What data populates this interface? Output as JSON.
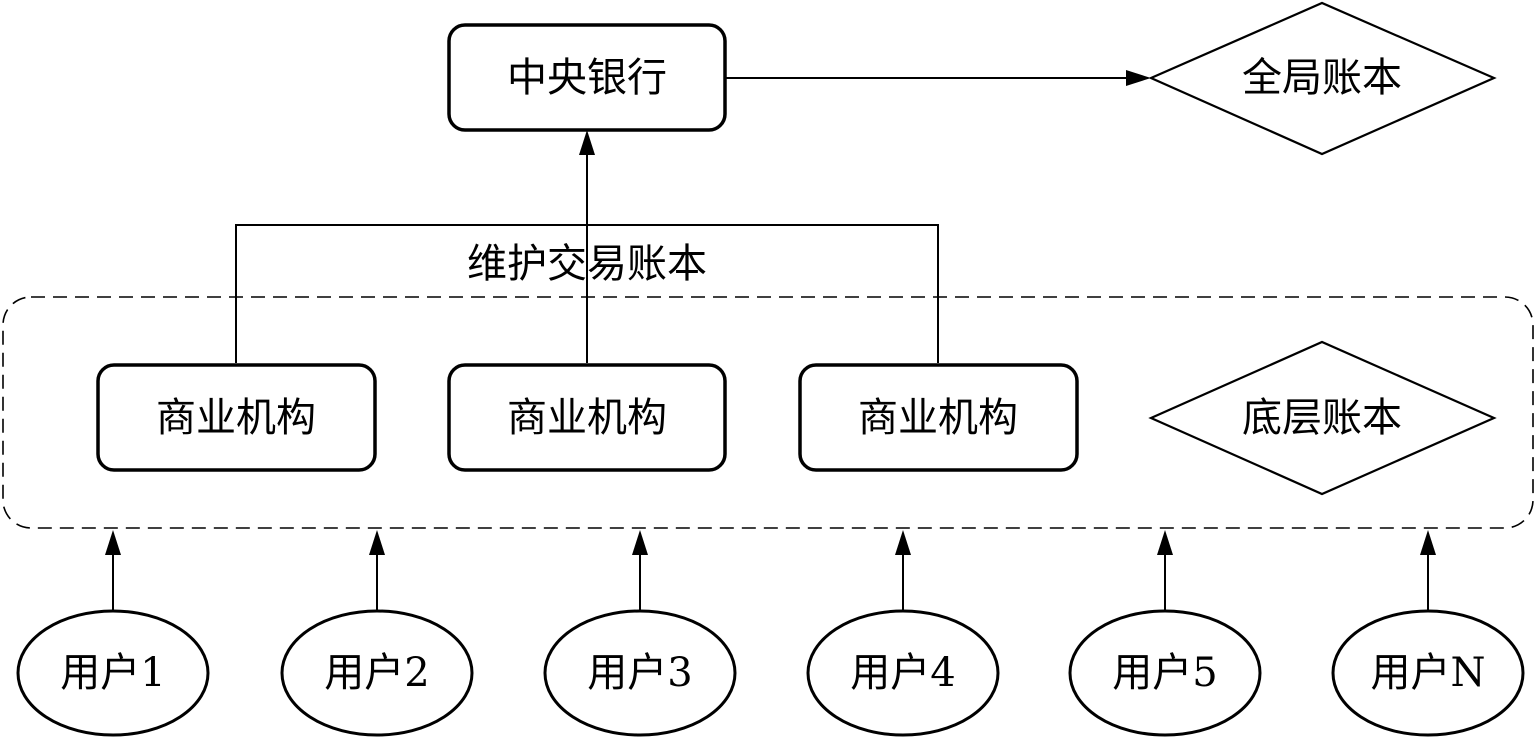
{
  "diagram": {
    "central_bank": "中央银行",
    "global_ledger": "全局账本",
    "maintain_ledger_label": "维护交易账本",
    "institutions": [
      "商业机构",
      "商业机构",
      "商业机构"
    ],
    "base_ledger": "底层账本",
    "users": [
      "用户1",
      "用户2",
      "用户3",
      "用户4",
      "用户5",
      "用户N"
    ]
  }
}
